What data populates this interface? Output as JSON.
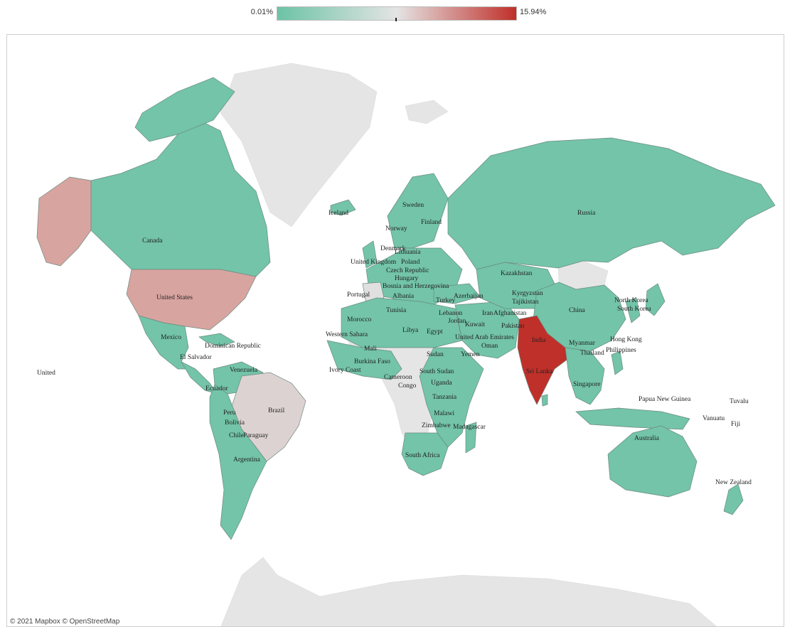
{
  "legend": {
    "min_label": "0.01%",
    "max_label": "15.94%",
    "colors": {
      "low": "#6cc3a6",
      "mid": "#e4e4e4",
      "high": "#c0302a"
    }
  },
  "attribution": "© 2021 Mapbox © OpenStreetMap",
  "regions": [
    {
      "name": "Canada",
      "category": "low"
    },
    {
      "name": "United States",
      "category": "mid-high"
    },
    {
      "name": "Alaska (United States)",
      "category": "mid-high"
    },
    {
      "name": "Mexico",
      "category": "low"
    },
    {
      "name": "Brazil",
      "category": "mid"
    },
    {
      "name": "India",
      "category": "max"
    },
    {
      "name": "Russia",
      "category": "low"
    },
    {
      "name": "China",
      "category": "low"
    },
    {
      "name": "Australia",
      "category": "low"
    },
    {
      "name": "Greenland",
      "category": "none"
    },
    {
      "name": "Antarctica",
      "category": "none"
    }
  ],
  "labels": [
    "Canada",
    "United States",
    "Mexico",
    "Dominican Republic",
    "El Salvador",
    "United",
    "Venezuela",
    "Ecuador",
    "Peru",
    "Bolivia",
    "Brazil",
    "Chile",
    "Paraguay",
    "Argentina",
    "Iceland",
    "Sweden",
    "Norway",
    "Finland",
    "Denmark",
    "Lithuania",
    "United Kingdom",
    "Poland",
    "Czech Republic",
    "Hungary",
    "Bosnia and Herzegovina",
    "Albania",
    "Portugal",
    "Turkey",
    "Azerbaijan",
    "Tunisia",
    "Lebanon",
    "Jordan",
    "Kuwait",
    "Iran",
    "Afghanistan",
    "Pakistan",
    "Morocco",
    "Western Sahara",
    "Libya",
    "Egypt",
    "United Arab Emirates",
    "Oman",
    "Yemen",
    "Mali",
    "Burkina Faso",
    "Ivory Coast",
    "Sudan",
    "South Sudan",
    "Cameroon",
    "Congo",
    "Uganda",
    "Tanzania",
    "Malawi",
    "Zimbabwe",
    "Madagascar",
    "South Africa",
    "Russia",
    "Kazakhstan",
    "Kyrgyzstan",
    "Tajikistan",
    "China",
    "North Korea",
    "South Korea",
    "India",
    "Sri Lanka",
    "Myanmar",
    "Thailand",
    "Hong Kong",
    "Philippines",
    "Singapore",
    "Papua New Guinea",
    "Tuvalu",
    "Vanuatu",
    "Fiji",
    "Australia",
    "New Zealand"
  ]
}
